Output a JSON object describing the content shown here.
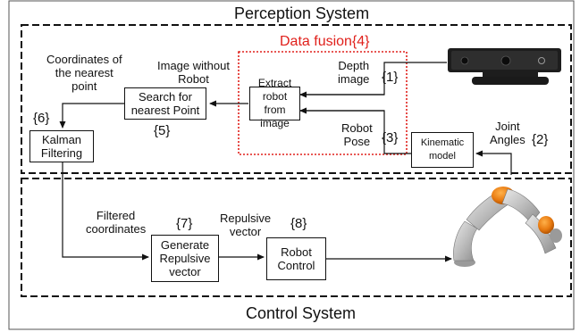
{
  "perception_system": {
    "title": "Perception System"
  },
  "control_system": {
    "title": "Control System"
  },
  "data_fusion": {
    "label": "Data fusion{4}",
    "color": "#e0201b"
  },
  "boxes": {
    "extract_robot": "Extract robot\nfrom image",
    "search_nearest": "Search for\nnearest Point",
    "kalman": "Kalman\nFiltering",
    "kinematic": "Kinematic\nmodel",
    "generate_repulsive": "Generate\nRepulsive\nvector",
    "robot_control": "Robot\nControl"
  },
  "labels": {
    "depth_image": "Depth\nimage",
    "robot_pose": "Robot\nPose",
    "image_without_robot": "Image without\nRobot",
    "coordinates_nearest": "Coordinates of\nthe nearest\npoint",
    "joint_angles": "Joint\nAngles",
    "filtered_coordinates": "Filtered\ncoordinates",
    "repulsive_vector": "Repulsive\nvector"
  },
  "tags": {
    "t1": "{1}",
    "t2": "{2}",
    "t3": "{3}",
    "t5": "{5}",
    "t6": "{6}",
    "t7": "{7}",
    "t8": "{8}"
  }
}
